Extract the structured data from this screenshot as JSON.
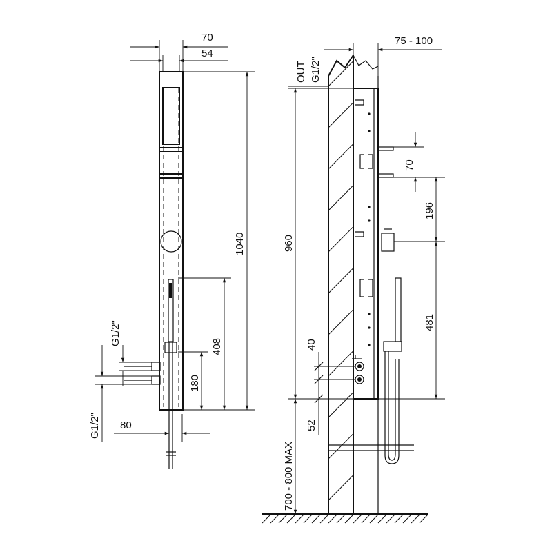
{
  "front_view": {
    "dims": {
      "width_outer": "70",
      "width_inner": "54",
      "height_total": "1040",
      "hand_shower_height": "408",
      "outlet_height": "180",
      "connection_thread_top": "G1/2\"",
      "connection_thread_bottom": "G1/2\"",
      "pipe_offset": "80"
    }
  },
  "side_view": {
    "dims": {
      "wall_distance": "75 - 100",
      "outlet_label": "OUT",
      "outlet_thread": "G1/2\"",
      "total_height": "960",
      "install_height": "700 - 800 MAX",
      "nozzle_spacing": "70",
      "upper_gap": "196",
      "lower_gap": "481",
      "valve_spacing": "40",
      "base_offset": "52"
    }
  }
}
